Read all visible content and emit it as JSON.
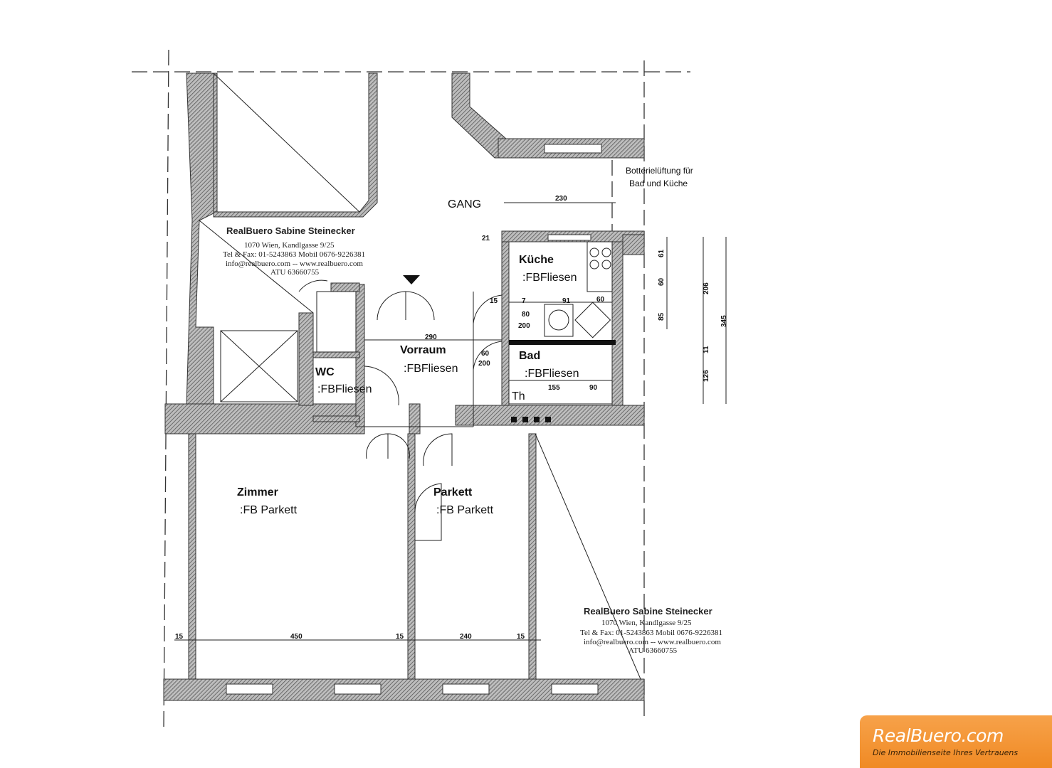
{
  "rooms": {
    "gang": "GANG",
    "kueche": "Küche",
    "kueche_floor": ":FBFliesen",
    "vorraum": "Vorraum",
    "vorraum_floor": ":FBFliesen",
    "bad": "Bad",
    "bad_floor": ":FBFliesen",
    "wc": "WC",
    "wc_floor": ":FBFliesen",
    "zimmer": "Zimmer",
    "zimmer_floor": ":FB  Parkett",
    "parkett": "Parkett",
    "parkett_floor": ":FB  Parkett",
    "th": "Th"
  },
  "note": {
    "line1": "Botterielüftung für",
    "line2": "Bad und Küche"
  },
  "dimensions": {
    "gang_width": "230",
    "corner": "21",
    "k_15": "15",
    "k_7": "7",
    "k_91": "91",
    "k_60": "60",
    "door_80": "80",
    "door_200": "200",
    "vorraum_290": "290",
    "bad_60": "60",
    "bad_200": "200",
    "bad_155": "155",
    "bad_90": "90",
    "v_61": "61",
    "v_60": "60",
    "v_85": "85",
    "v_206": "206",
    "v_11": "11",
    "v_126": "126",
    "v_345": "345",
    "b_15a": "15",
    "b_450": "450",
    "b_15b": "15",
    "b_240": "240",
    "b_15c": "15"
  },
  "stamps": [
    {
      "name": "RealBuero Sabine Steinecker",
      "address": "1070 Wien,  Kandlgasse 9/25",
      "phone": "Tel & Fax: 01-5243863 Mobil 0676-9226381",
      "web": "info@realbuero.com -- www.realbuero.com",
      "atu": "ATU 63660755"
    },
    {
      "name": "RealBuero Sabine Steinecker",
      "address": "1070 Wien,  Kandlgasse 9/25",
      "phone": "Tel & Fax: 01-5243863 Mobil 0676-9226381",
      "web": "info@realbuero.com -- www.realbuero.com",
      "atu": "ATU 63660755"
    }
  ],
  "brand": {
    "name": "RealBuero.com",
    "tagline": "Die Immobilienseite Ihres Vertrauens",
    "color": "#f39030"
  }
}
